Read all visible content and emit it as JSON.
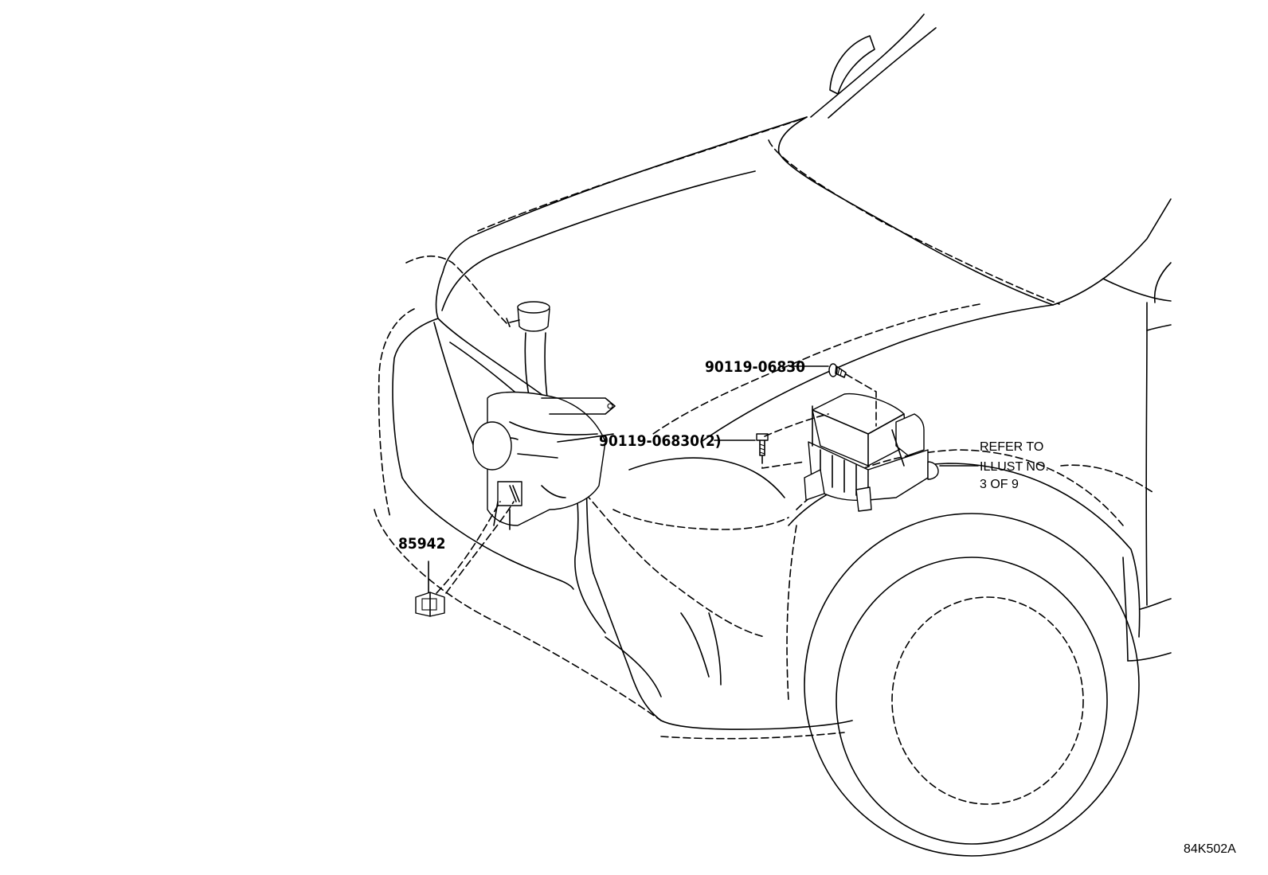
{
  "callouts": {
    "bolt_upper": "90119-06830",
    "bolt_lower": "90119-06830(2)",
    "bracket": "85942"
  },
  "reference_note": {
    "line1": "REFER TO",
    "line2": "ILLUST NO.",
    "line3": "3 OF 9"
  },
  "illustration_code": "84K502A"
}
